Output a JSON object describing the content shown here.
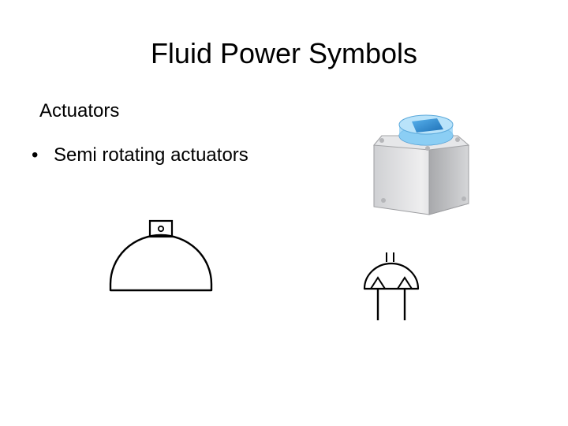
{
  "slide": {
    "title": "Fluid Power Symbols",
    "subtitle": "Actuators",
    "bullets": [
      {
        "marker": "•",
        "text": "Semi rotating actuators"
      }
    ]
  },
  "colors": {
    "stroke": "#000000",
    "actuator_body": "#d9dadc",
    "actuator_top": "#2f8fd6"
  },
  "images": {
    "product_photo_icon": "semi-rotary-actuator-photo"
  }
}
